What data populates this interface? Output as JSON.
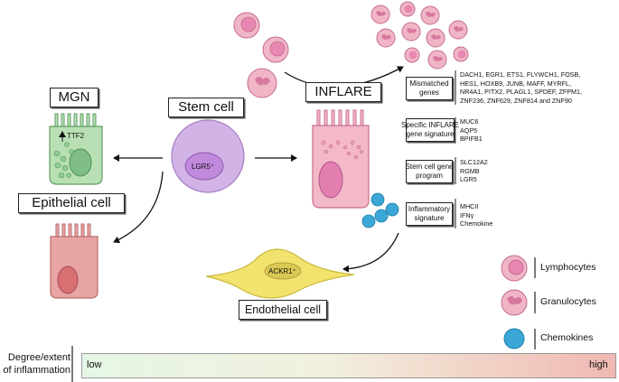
{
  "labels": {
    "mgn": "MGN",
    "stem_cell": "Stem cell",
    "inflare": "INFLARE",
    "epithelial_cell": "Epithelial cell",
    "endothelial_cell": "Endothelial cell",
    "ttf2": "TTF2",
    "lgr5": "LGR5⁺",
    "ackr1": "ACKR1⁺"
  },
  "signature_boxes": [
    {
      "label_lines": [
        "Mismatched",
        "genes"
      ],
      "genes": [
        "DACH1, EGR1, ETS1, FLYWCH1, FOSB,",
        "HES1, HOXB9, JUNB, MAFF, MYRFL,",
        "NR4A1, PITX2, PLAGL1, SPDEF, ZFPM1,",
        "ZNF236, ZNF629, ZNF814 and ZNF90"
      ]
    },
    {
      "label_lines": [
        "Specific INFLARE",
        "gene signature"
      ],
      "genes": [
        "MUC6",
        "AQP5",
        "BPIFB1"
      ]
    },
    {
      "label_lines": [
        "Stem cell gene",
        "program"
      ],
      "genes": [
        "SLC12A2",
        "RGMB",
        "LGR5"
      ]
    },
    {
      "label_lines": [
        "Inflammatory",
        "signature"
      ],
      "genes": [
        "MHCII",
        "IFNγ",
        "Chemokine"
      ]
    }
  ],
  "legend": {
    "lymphocytes": "Lymphocytes",
    "granulocytes": "Granulocytes",
    "chemokines": "Chemokines"
  },
  "scale": {
    "title_line1": "Degree/extent",
    "title_line2": "of inflammation",
    "low": "low",
    "high": "high"
  },
  "colors": {
    "green_cell": "#b9e0b4",
    "green_nucleus": "#7fbf87",
    "purple_cell": "#d2b3e6",
    "purple_nucleus": "#c089dc",
    "pink_cell": "#f3b9c8",
    "pink_nucleus": "#e37fb0",
    "red_cell": "#e9a5a5",
    "red_nucleus": "#d86f73",
    "yellow_cell": "#f2e36f",
    "chemokine": "#3aa7d6"
  }
}
